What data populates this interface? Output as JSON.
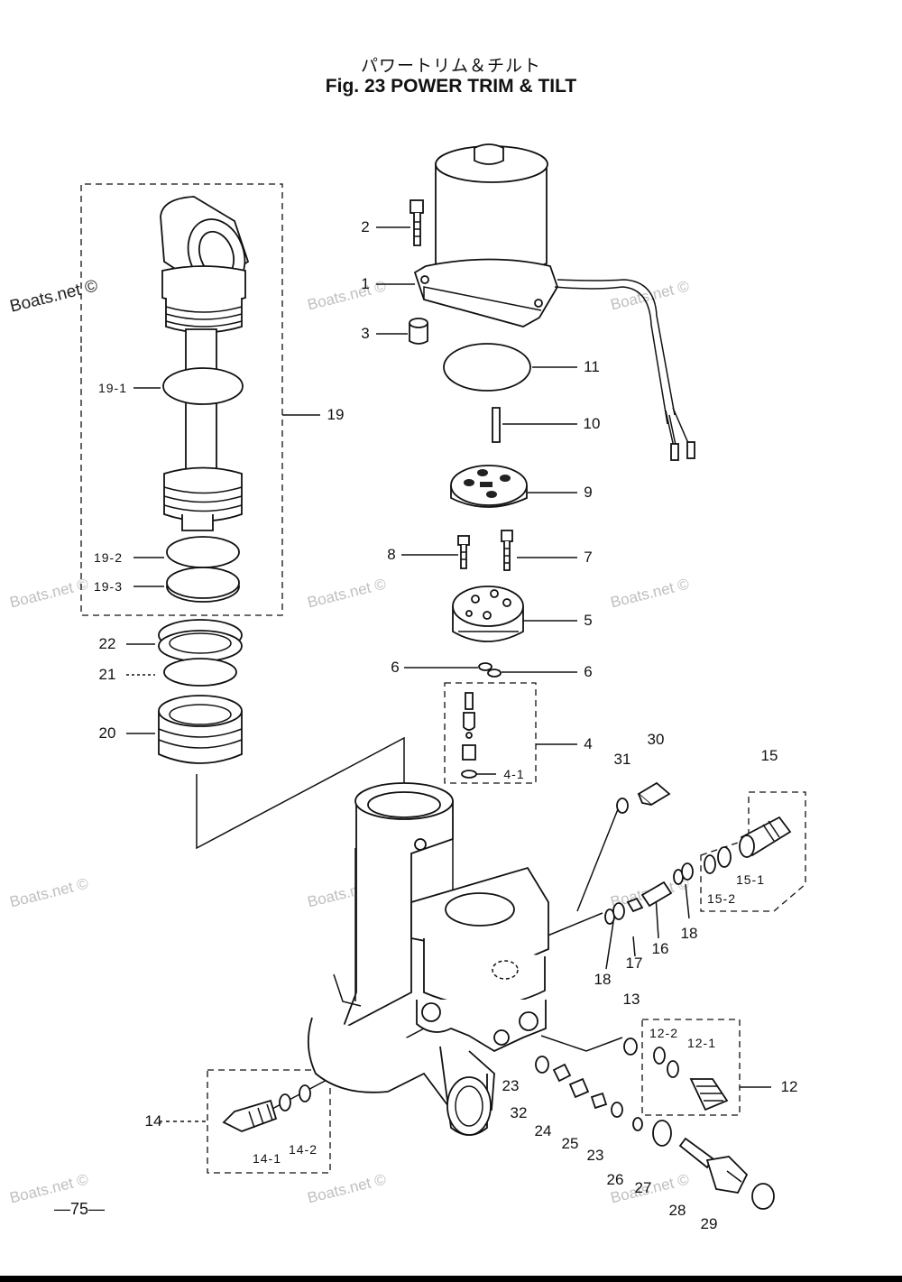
{
  "header": {
    "title_jp": "パワートリム＆チルト",
    "title_en": "Fig. 23   POWER TRIM & TILT"
  },
  "watermark": {
    "text": "Boats.net ©"
  },
  "page_number": "—75—",
  "callouts": [
    "1",
    "2",
    "3",
    "4",
    "4-1",
    "5",
    "6",
    "6",
    "7",
    "8",
    "9",
    "10",
    "11",
    "12",
    "12-1",
    "12-2",
    "13",
    "14",
    "14-1",
    "14-2",
    "15",
    "15-1",
    "15-2",
    "16",
    "17",
    "18",
    "18",
    "19",
    "19-1",
    "19-2",
    "19-3",
    "20",
    "21",
    "22",
    "23",
    "23",
    "24",
    "25",
    "26",
    "27",
    "28",
    "29",
    "30",
    "31",
    "32"
  ]
}
